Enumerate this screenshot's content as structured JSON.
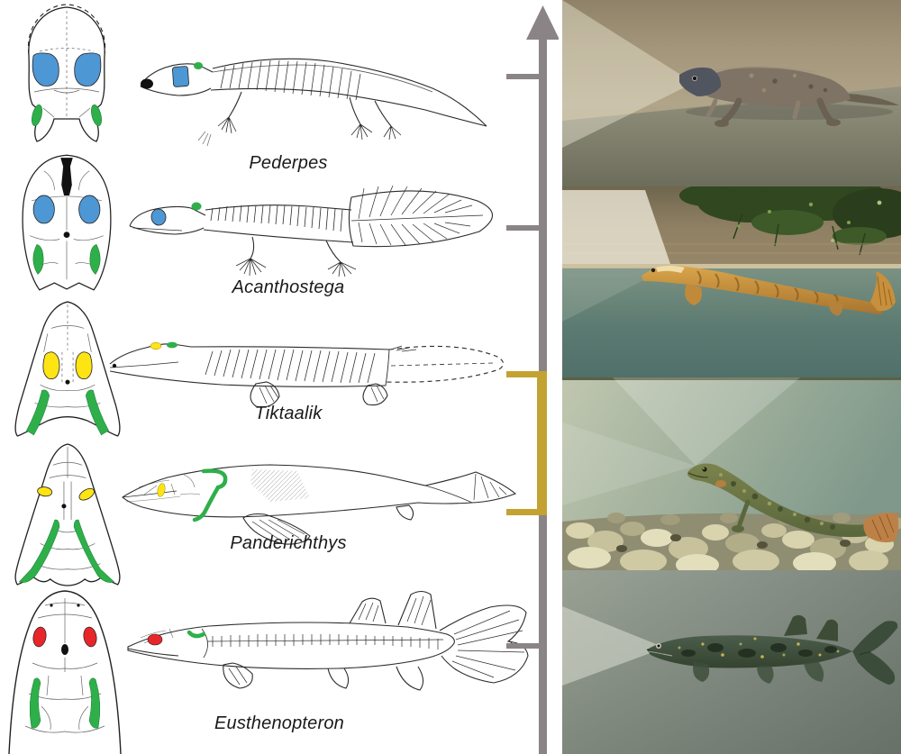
{
  "species": [
    {
      "name": "Pederpes",
      "eye_color": "#4E97D5",
      "notch_color": "#2EAF4A"
    },
    {
      "name": "Acanthostega",
      "eye_color": "#4E97D5",
      "notch_color": "#2EAF4A"
    },
    {
      "name": "Tiktaalik",
      "eye_color": "#FFE414",
      "notch_color": "#2EAF4A"
    },
    {
      "name": "Panderichthys",
      "eye_color": "#FFE414",
      "notch_color": "#2EAF4A"
    },
    {
      "name": "Eusthenopteron",
      "eye_color": "#E8262A",
      "notch_color": "#2EAF4A"
    }
  ],
  "timeline": {
    "arrow_direction": "up",
    "arrow_color": "#8B8487",
    "highlight_color": "#C4A232",
    "gray_tick_count": 3,
    "gold_tick_count": 2
  },
  "drawing": {
    "outline_color": "#222222",
    "pineal_color": "#111111"
  },
  "photos": [
    {
      "scene": "pederpes-walking-on-land",
      "palette": [
        "#A89C81",
        "#6D6D5C"
      ]
    },
    {
      "scene": "acanthostega-at-water-surface",
      "palette": [
        "#8F8063",
        "#5B7A71"
      ]
    },
    {
      "scene": "tetrapodomorph-in-pebbly-shallows",
      "palette": [
        "#BCC4AD",
        "#7F988B"
      ]
    },
    {
      "scene": "eusthenopteron-underwater",
      "palette": [
        "#8B948A",
        "#33432F"
      ]
    }
  ]
}
